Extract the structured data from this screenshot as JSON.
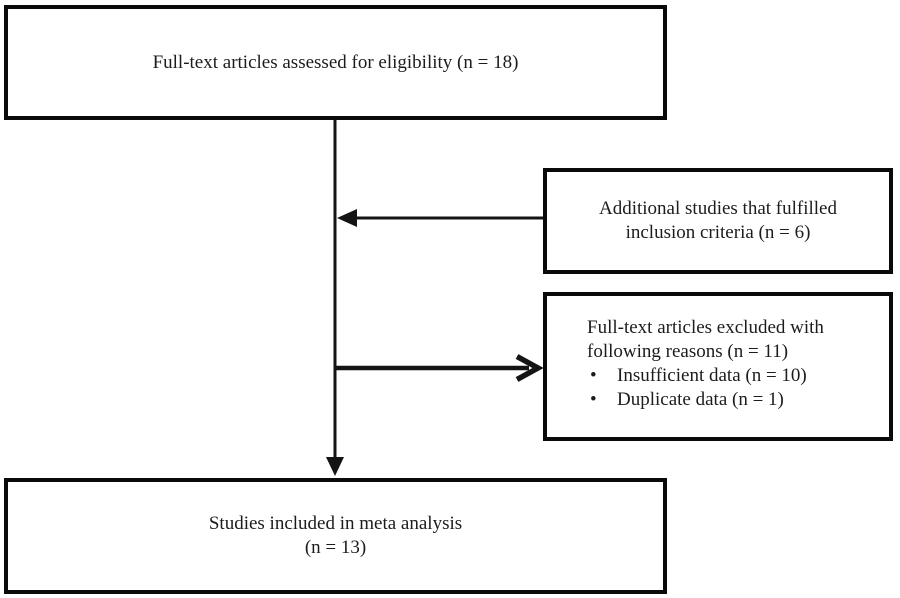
{
  "boxes": {
    "eligibility": {
      "text": "Full-text articles assessed for eligibility (n = 18)"
    },
    "additional": {
      "line1": "Additional studies that fulfilled",
      "line2": "inclusion criteria (n = 6)"
    },
    "excluded": {
      "line1": "Full-text articles excluded with",
      "line2": "following reasons (n = 11)",
      "bullet_glyph": "•",
      "bullets": [
        "Insufficient data (n = 10)",
        "Duplicate data (n = 1)"
      ]
    },
    "included": {
      "line1": "Studies included in meta analysis",
      "line2": "(n = 13)"
    }
  },
  "colors": {
    "background": "#ffffff",
    "border": "#0a0a0a",
    "text": "#1c1c1c",
    "arrow": "#141414"
  }
}
